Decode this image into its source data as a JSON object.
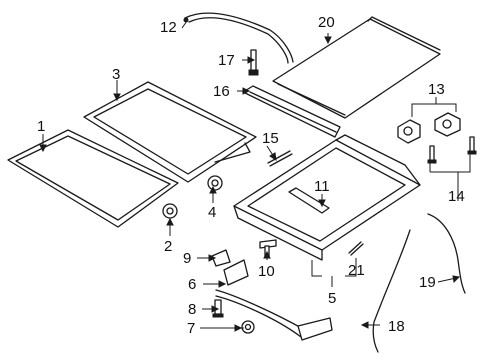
{
  "callouts": {
    "c1": "1",
    "c2": "2",
    "c3": "3",
    "c4": "4",
    "c5": "5",
    "c6": "6",
    "c7": "7",
    "c8": "8",
    "c9": "9",
    "c10": "10",
    "c11": "11",
    "c12": "12",
    "c13": "13",
    "c14": "14",
    "c15": "15",
    "c16": "16",
    "c17": "17",
    "c18": "18",
    "c19": "19",
    "c20": "20",
    "c21": "21"
  },
  "colors": {
    "line": "#1a1a1a",
    "background": "#ffffff"
  }
}
